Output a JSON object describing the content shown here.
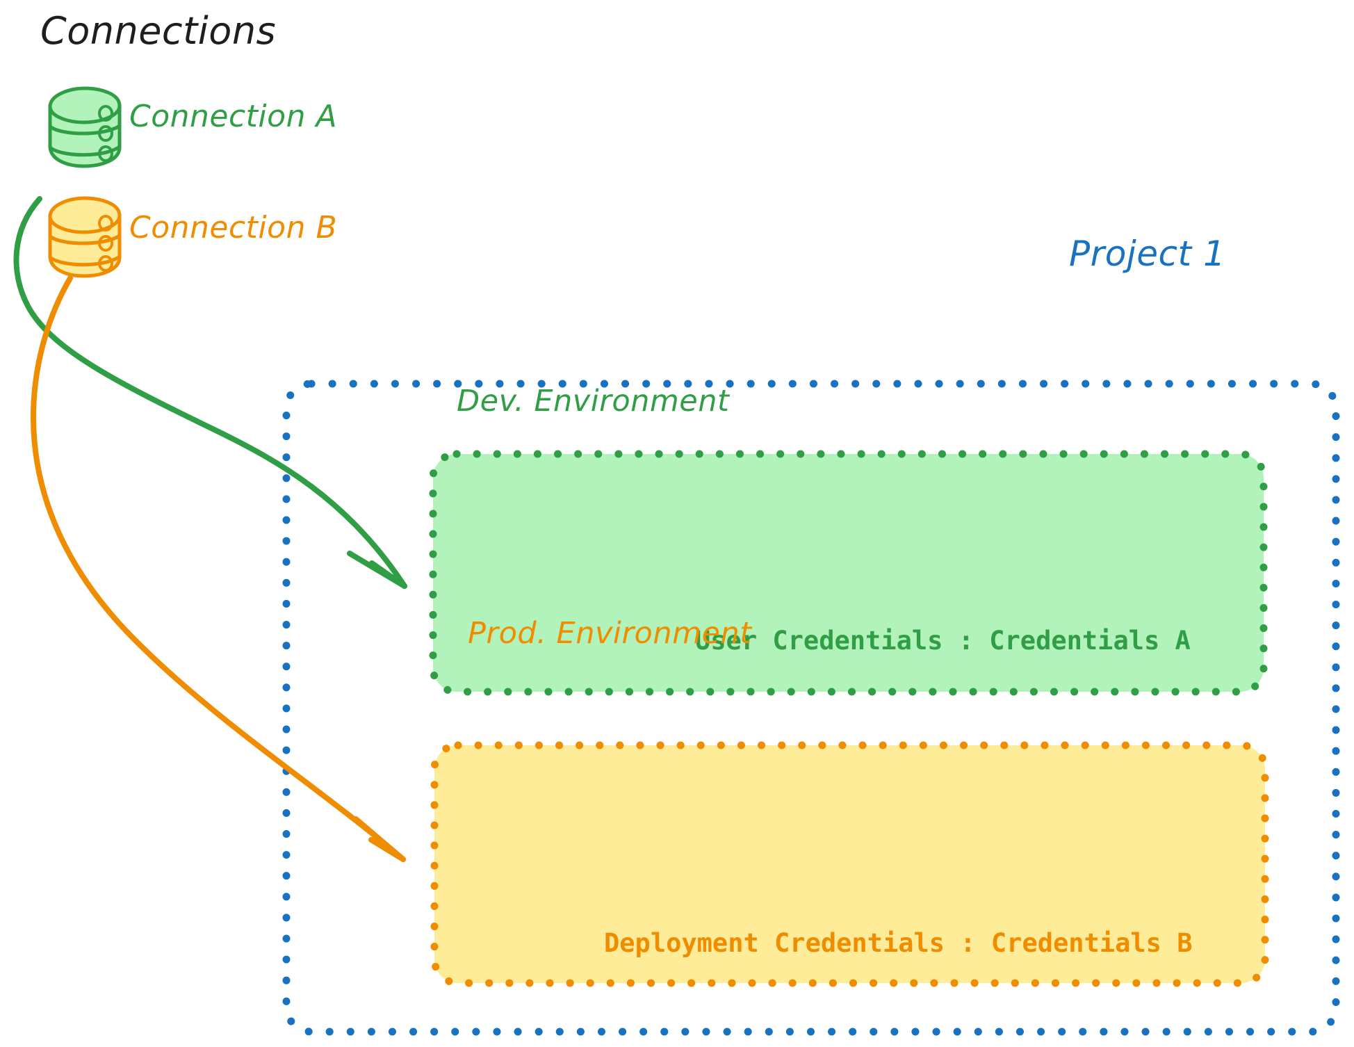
{
  "diagram": {
    "title": "Connections",
    "style": "hand-drawn",
    "background": "#ffffff"
  },
  "connections": {
    "heading": "Connections",
    "items": [
      {
        "label": "Connection A",
        "color": "#2f9e44",
        "fill": "#b2f2bb",
        "icon": "database-icon"
      },
      {
        "label": "Connection B",
        "color": "#f08c00",
        "fill": "#ffec99",
        "icon": "database-icon"
      }
    ]
  },
  "project": {
    "title": "Project 1",
    "color": "#1971c2",
    "border_style": "dotted",
    "environments": [
      {
        "name": "Dev. Environment",
        "color": "#2f9e44",
        "fill": "#b2f2bb",
        "border_style": "dotted",
        "credential_label": "User Credentials",
        "credential_separator": ":",
        "credential_value": "Credentials A",
        "credential_text": "User Credentials : Credentials A"
      },
      {
        "name": "Prod. Environment",
        "color": "#f08c00",
        "fill": "#ffec99",
        "border_style": "dotted",
        "credential_label": "Deployment Credentials",
        "credential_separator": ":",
        "credential_value": "Credentials B",
        "credential_text": "Deployment Credentials : Credentials B"
      }
    ]
  },
  "arrows": [
    {
      "name": "connection-a-to-dev",
      "from": "Connection A",
      "to": "Dev. Environment",
      "color": "#2f9e44"
    },
    {
      "name": "connection-b-to-prod",
      "from": "Connection B",
      "to": "Prod. Environment",
      "color": "#f08c00"
    }
  ],
  "colors": {
    "green_stroke": "#2f9e44",
    "green_fill": "#b2f2bb",
    "orange_stroke": "#f08c00",
    "orange_fill": "#ffec99",
    "blue_stroke": "#1971c2",
    "text_dark": "#1e1e1e"
  }
}
